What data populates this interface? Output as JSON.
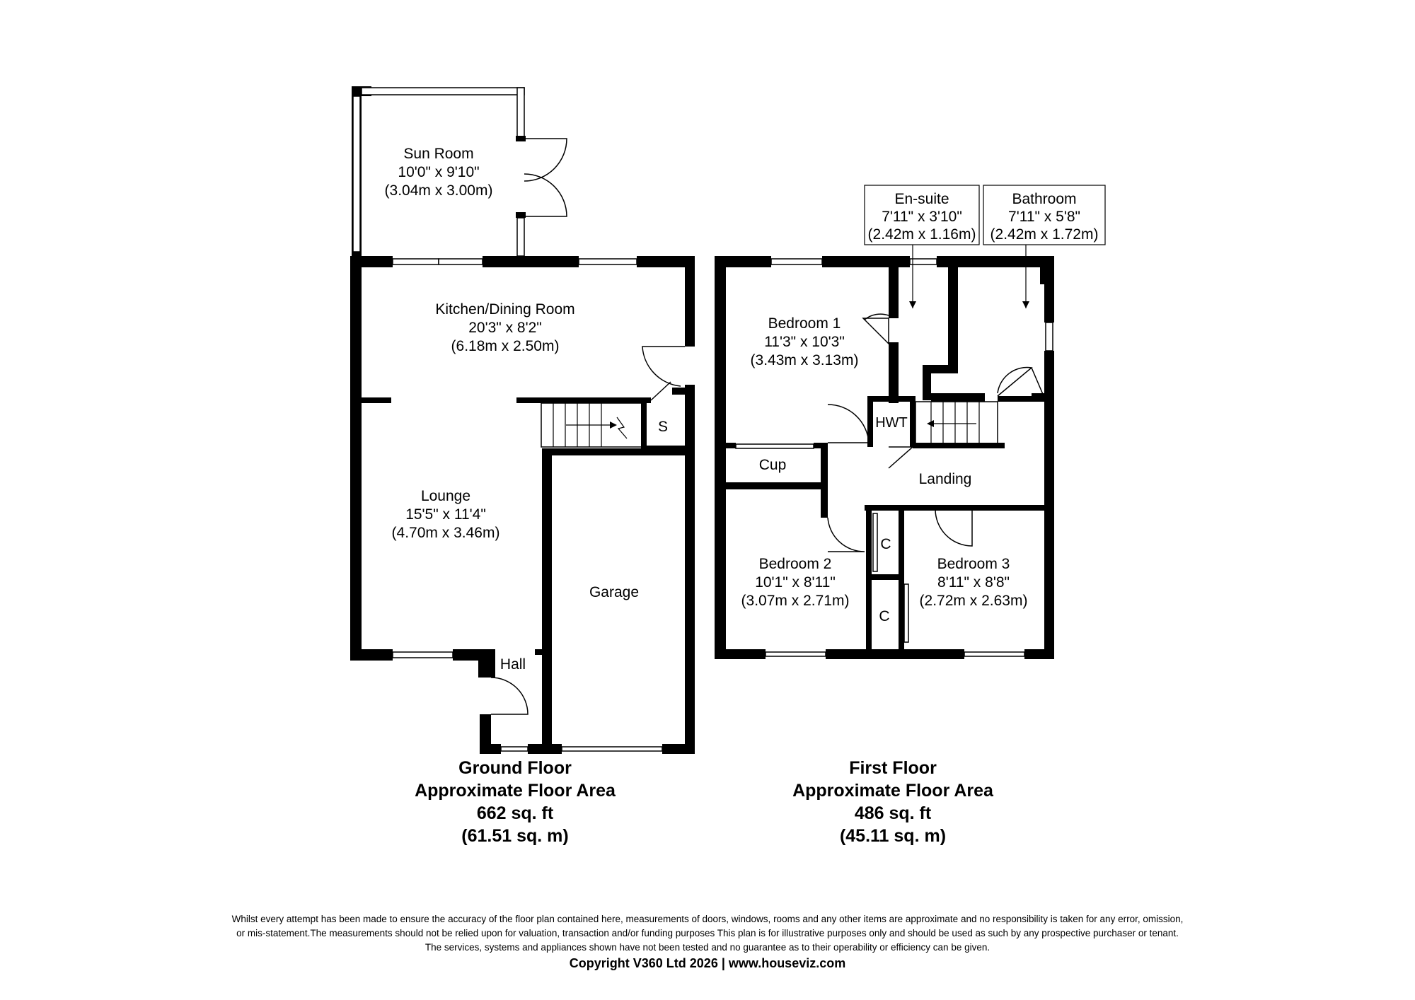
{
  "ground_floor": {
    "rooms": {
      "sun_room": {
        "name": "Sun Room",
        "imperial": "10'0\" x 9'10\"",
        "metric": "(3.04m x 3.00m)"
      },
      "kitchen": {
        "name": "Kitchen/Dining Room",
        "imperial": "20'3\" x 8'2\"",
        "metric": "(6.18m x 2.50m)"
      },
      "lounge": {
        "name": "Lounge",
        "imperial": "15'5\" x 11'4\"",
        "metric": "(4.70m x 3.46m)"
      },
      "garage": {
        "name": "Garage"
      },
      "hall": {
        "name": "Hall"
      },
      "store": {
        "name": "S"
      }
    },
    "summary": {
      "title": "Ground Floor",
      "subtitle": "Approximate Floor Area",
      "area_imperial": "662 sq. ft",
      "area_metric": "(61.51 sq. m)"
    }
  },
  "first_floor": {
    "rooms": {
      "ensuite": {
        "name": "En-suite",
        "imperial": "7'11\" x 3'10\"",
        "metric": "(2.42m x 1.16m)"
      },
      "bathroom": {
        "name": "Bathroom",
        "imperial": "7'11\" x 5'8\"",
        "metric": "(2.42m x 1.72m)"
      },
      "bedroom1": {
        "name": "Bedroom 1",
        "imperial": "11'3\" x 10'3\"",
        "metric": "(3.43m x 3.13m)"
      },
      "bedroom2": {
        "name": "Bedroom 2",
        "imperial": "10'1\" x 8'11\"",
        "metric": "(3.07m x 2.71m)"
      },
      "bedroom3": {
        "name": "Bedroom 3",
        "imperial": "8'11\" x 8'8\"",
        "metric": "(2.72m x 2.63m)"
      },
      "hwt": {
        "name": "HWT"
      },
      "cup": {
        "name": "Cup"
      },
      "landing": {
        "name": "Landing"
      },
      "cupboard_a": {
        "name": "C"
      },
      "cupboard_b": {
        "name": "C"
      }
    },
    "summary": {
      "title": "First Floor",
      "subtitle": "Approximate Floor Area",
      "area_imperial": "486 sq. ft",
      "area_metric": "(45.11 sq. m)"
    }
  },
  "disclaimer": {
    "line1": "Whilst every attempt has been made to ensure the accuracy of the floor plan contained here, measurements of doors, windows, rooms and any other items are approximate and no responsibility is taken for any error, omission,",
    "line2": "or mis-statement.The measurements should not be relied upon for valuation, transaction and/or funding purposes This plan is for illustrative purposes only and should be used as such by any prospective purchaser or tenant.",
    "line3": "The services, systems and appliances shown have not been tested and no guarantee as to their operability or efficiency can be given.",
    "copyright": "Copyright V360 Ltd 2026 | www.houseviz.com"
  }
}
